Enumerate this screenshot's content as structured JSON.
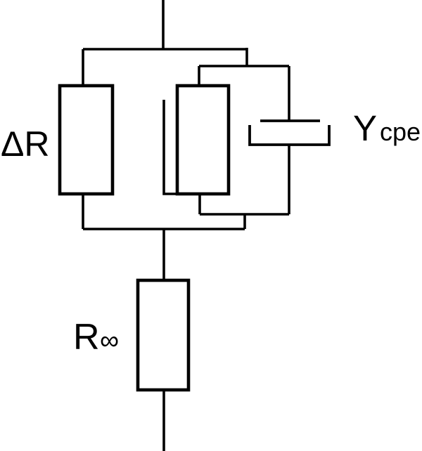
{
  "colors": {
    "stroke": "#000000",
    "background": "#ffffff"
  },
  "labels": {
    "delta_r": "ΔR",
    "ycpe_main": "Y",
    "ycpe_sub": "cpe",
    "r_infinity_main": "R",
    "r_infinity_sub": "∞"
  },
  "components": {
    "delta_r_resistor": "resistor",
    "parallel_resistor": "resistor",
    "ycpe_element": "constant-phase-element",
    "r_infinity_resistor": "resistor"
  }
}
